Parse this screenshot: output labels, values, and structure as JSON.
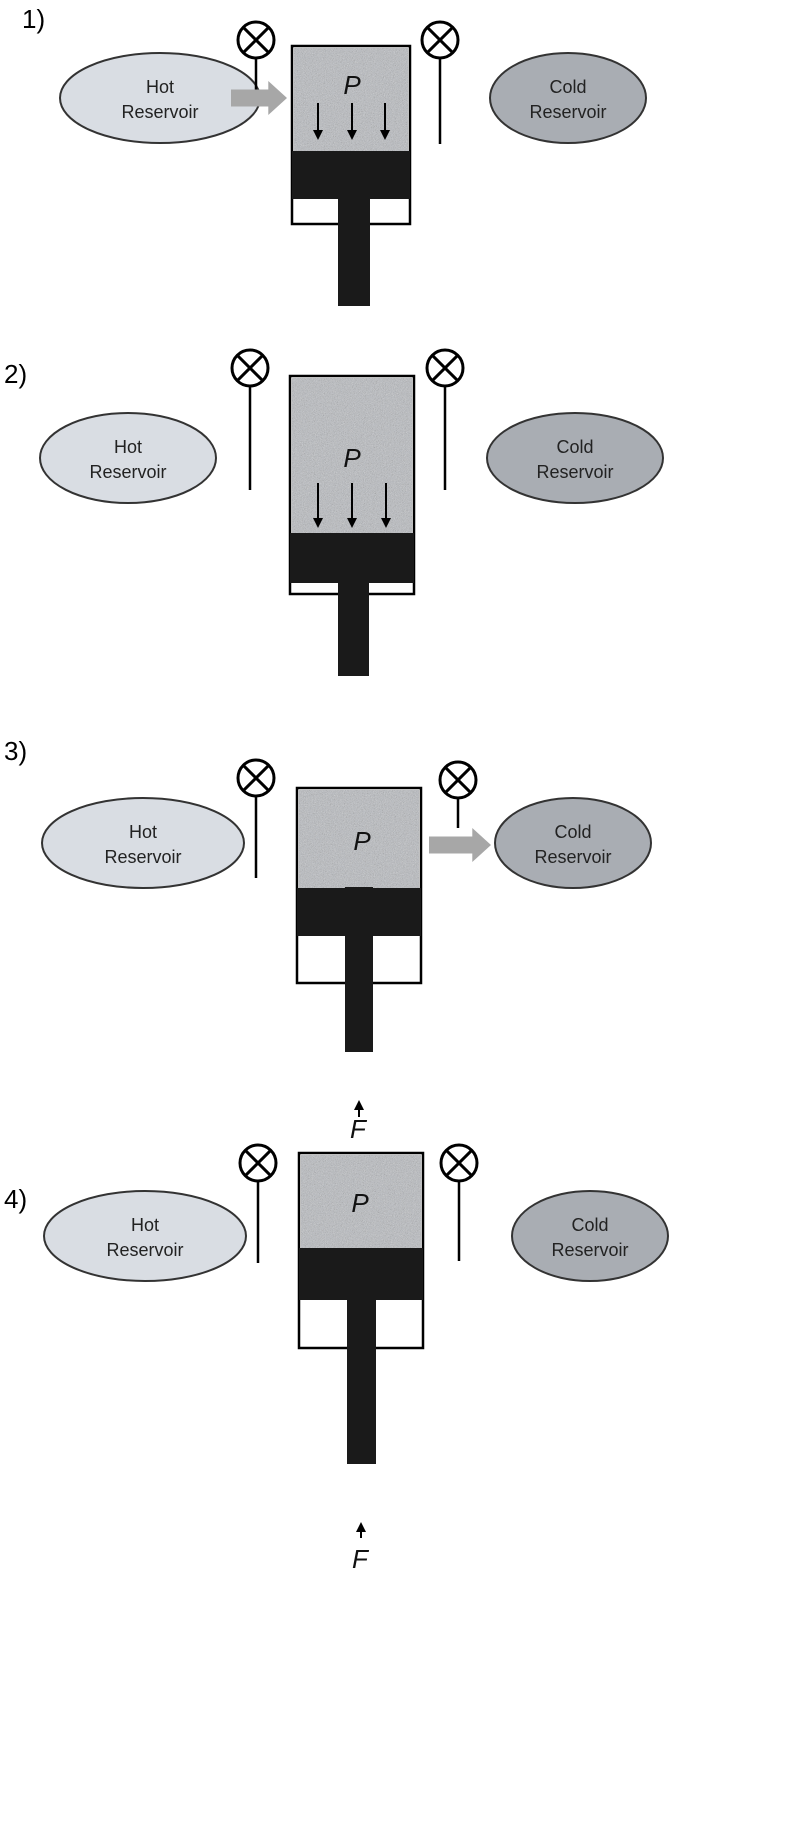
{
  "colors": {
    "hot_fill": "#d9dde3",
    "cold_fill": "#a9adb3",
    "gas_base": "#b9bcc1",
    "piston": "#1a1a1a",
    "heat_arrow": "#a7a7a7",
    "valve": "#000000"
  },
  "icons": {
    "valve": "circle-x-valve-icon",
    "heat_flow": "block-arrow-icon",
    "force": "up-arrow-icon",
    "pressure": "down-arrow-icon"
  },
  "stages": [
    {
      "number": "1)",
      "hot_label": [
        "Hot",
        "Reservoir"
      ],
      "cold_label": [
        "Cold",
        "Reservoir"
      ],
      "gas_symbol": "P",
      "force_symbol": "",
      "heat_flow": "hot-to-gas",
      "pressure_arrows": true,
      "hot_valve_open": false,
      "cold_valve_open": false
    },
    {
      "number": "2)",
      "hot_label": [
        "Hot",
        "Reservoir"
      ],
      "cold_label": [
        "Cold",
        "Reservoir"
      ],
      "gas_symbol": "P",
      "force_symbol": "",
      "heat_flow": "none",
      "pressure_arrows": true,
      "hot_valve_open": false,
      "cold_valve_open": false
    },
    {
      "number": "3)",
      "hot_label": [
        "Hot",
        "Reservoir"
      ],
      "cold_label": [
        "Cold",
        "Reservoir"
      ],
      "gas_symbol": "P",
      "force_symbol": "F",
      "heat_flow": "gas-to-cold",
      "pressure_arrows": false,
      "hot_valve_open": false,
      "cold_valve_open": false
    },
    {
      "number": "4)",
      "hot_label": [
        "Hot",
        "Reservoir"
      ],
      "cold_label": [
        "Cold",
        "Reservoir"
      ],
      "gas_symbol": "P",
      "force_symbol": "F",
      "heat_flow": "none",
      "pressure_arrows": false,
      "hot_valve_open": false,
      "cold_valve_open": false
    }
  ]
}
